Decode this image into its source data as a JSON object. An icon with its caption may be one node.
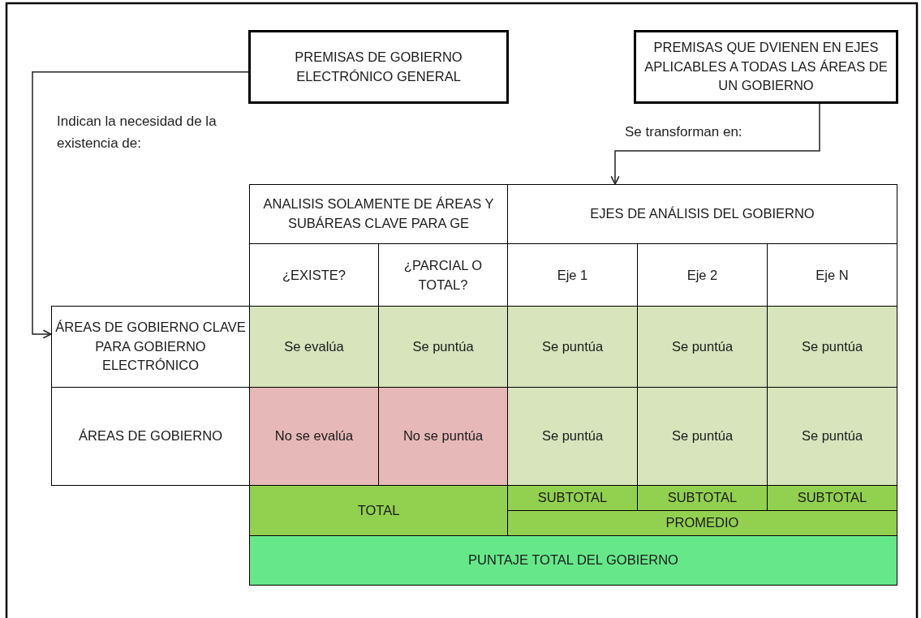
{
  "diagram": {
    "nodes": [
      {
        "text": [
          "PREMISAS DE GOBIERNO ELECTRÓNICO GENERAL"
        ]
      },
      {
        "text": [
          "PREMISAS QUE DVIENEN EN EJES APLICABLES A TODAS LAS ÁREAS DE UN GOBIERNO"
        ]
      },
      {
        "text": [
          "ANALISIS SOLAMENTE DE ÁREAS Y SUBÁREAS CLAVE PARA GE"
        ]
      },
      {
        "text": [
          "EJES DE ANÁLISIS DEL GOBIERNO"
        ]
      },
      {
        "text": [
          "¿EXISTE?"
        ]
      },
      {
        "text": [
          "¿PARCIAL O TOTAL?"
        ]
      },
      {
        "text": [
          "Eje 1"
        ]
      },
      {
        "text": [
          "Eje 2"
        ]
      },
      {
        "text": [
          "Eje N"
        ]
      },
      {
        "text": [
          "ÁREAS DE GOBIERNO CLAVE PARA GOBIERNO ELECTRÓNICO"
        ]
      },
      {
        "text": [
          "Se evalúa"
        ]
      },
      {
        "text": [
          "Se puntúa"
        ]
      },
      {
        "text": [
          "Se puntúa"
        ]
      },
      {
        "text": [
          "Se puntúa"
        ]
      },
      {
        "text": [
          "Se puntúa"
        ]
      },
      {
        "text": [
          "ÁREAS DE GOBIERNO"
        ]
      },
      {
        "text": [
          "No se evalúa"
        ]
      },
      {
        "text": [
          "No se puntúa"
        ]
      },
      {
        "text": [
          "Se puntúa"
        ]
      },
      {
        "text": [
          "Se puntúa"
        ]
      },
      {
        "text": [
          "Se puntúa"
        ]
      },
      {
        "text": [
          "TOTAL"
        ]
      },
      {
        "text": [
          "SUBTOTAL"
        ]
      },
      {
        "text": [
          "SUBTOTAL"
        ]
      },
      {
        "text": [
          "SUBTOTAL"
        ]
      },
      {
        "text": [
          "PROMEDIO"
        ]
      },
      {
        "text": [
          "PUNTAJE TOTAL DEL GOBIERNO"
        ]
      }
    ],
    "edges": [
      {
        "from": 0,
        "to": 9,
        "arrow": "to",
        "label": "Indican la necesidad de la existencia de:"
      },
      {
        "from": 1,
        "to": 3,
        "arrow": "to",
        "label": "Se transforman en:"
      }
    ]
  }
}
